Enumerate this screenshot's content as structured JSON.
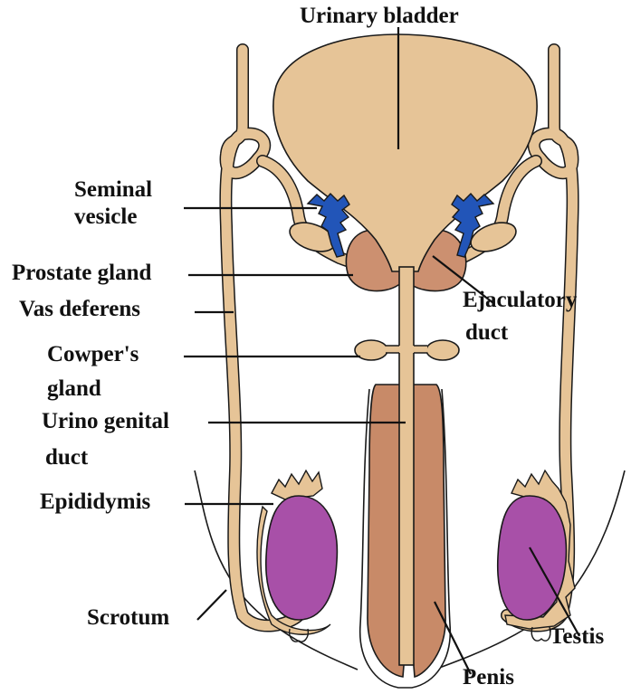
{
  "diagram": {
    "labels": {
      "urinary_bladder": "Urinary bladder",
      "seminal_vesicle_1": "Seminal",
      "seminal_vesicle_2": "vesicle",
      "prostate_gland": "Prostate gland",
      "vas_deferens": "Vas deferens",
      "ejaculatory_duct_1": "Ejaculatory",
      "ejaculatory_duct_2": "duct",
      "cowpers_gland_1": "Cowper's",
      "cowpers_gland_2": "gland",
      "urino_genital_duct_1": "Urino genital",
      "urino_genital_duct_2": "duct",
      "epididymis": "Epididymis",
      "scrotum": "Scrotum",
      "testis": "Testis",
      "penis": "Penis"
    },
    "colors": {
      "tissue": "#e6c497",
      "prostate": "#cc9070",
      "penis": "#c88a68",
      "seminal_vesicle": "#2255b8",
      "testis": "#a850a8",
      "outline": "#1a1a1a",
      "text": "#111111"
    }
  }
}
